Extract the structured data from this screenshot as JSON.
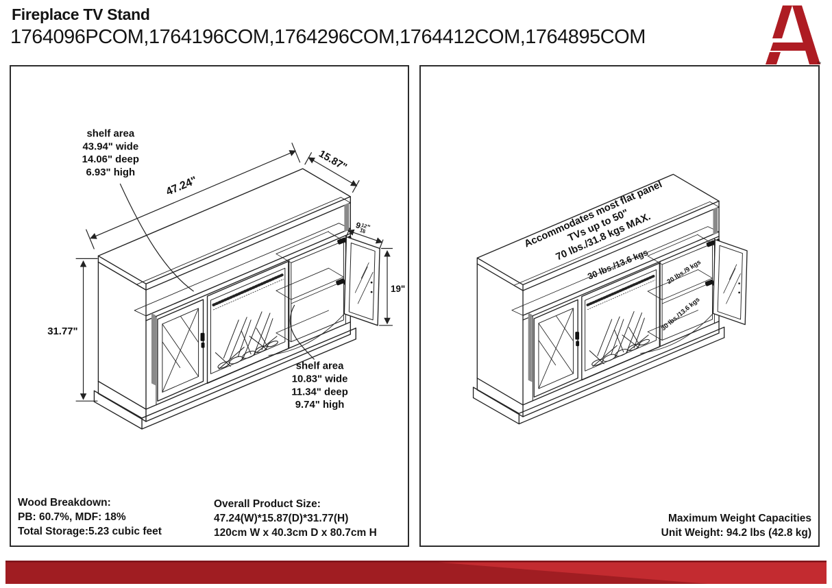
{
  "header": {
    "title": "Fireplace TV Stand",
    "models": "1764096PCOM,1764196COM,1764296COM,1764412COM,1764895COM",
    "logo": {
      "letter": "A",
      "tm": "™",
      "color": "#ae1c23"
    }
  },
  "left_panel": {
    "shelf_area_top": {
      "l1": "shelf area",
      "l2": "43.94\" wide",
      "l3": "14.06\" deep",
      "l4": "6.93\" high"
    },
    "shelf_area_bottom": {
      "l1": "shelf area",
      "l2": "10.83\" wide",
      "l3": "11.34\" deep",
      "l4": "9.74\" high"
    },
    "dims": {
      "width": "47.24\"",
      "depth": "15.87\"",
      "height": "31.77\"",
      "door_height": "19\"",
      "door_width_whole": "9",
      "door_width_num": "12",
      "door_width_den": "16",
      "door_width_unit": "\""
    },
    "wood_breakdown": {
      "l1": "Wood Breakdown:",
      "l2": "PB: 60.7%, MDF: 18%",
      "l3": "Total Storage:5.23 cubic feet"
    },
    "product_size": {
      "l1": "Overall Product Size:",
      "l2": "47.24(W)*15.87(D)*31.77(H)",
      "l3": "120cm W x 40.3cm D x 80.7cm H"
    }
  },
  "right_panel": {
    "tv_note": {
      "l1": "Accommodates most flat panel",
      "l2": "TVs up to 50\"",
      "l3": "70 lbs./31.8 kgs MAX."
    },
    "capacities": {
      "media_shelf": "30 lbs./13.6 kgs",
      "upper_right_shelf": "20 lbs./9 kgs",
      "lower_right_shelf": "30 lbs./13.6 kgs"
    },
    "weights": {
      "l1": "Maximum Weight Capacities",
      "l2": "Unit Weight: 94.2 lbs (42.8 kg)"
    }
  }
}
